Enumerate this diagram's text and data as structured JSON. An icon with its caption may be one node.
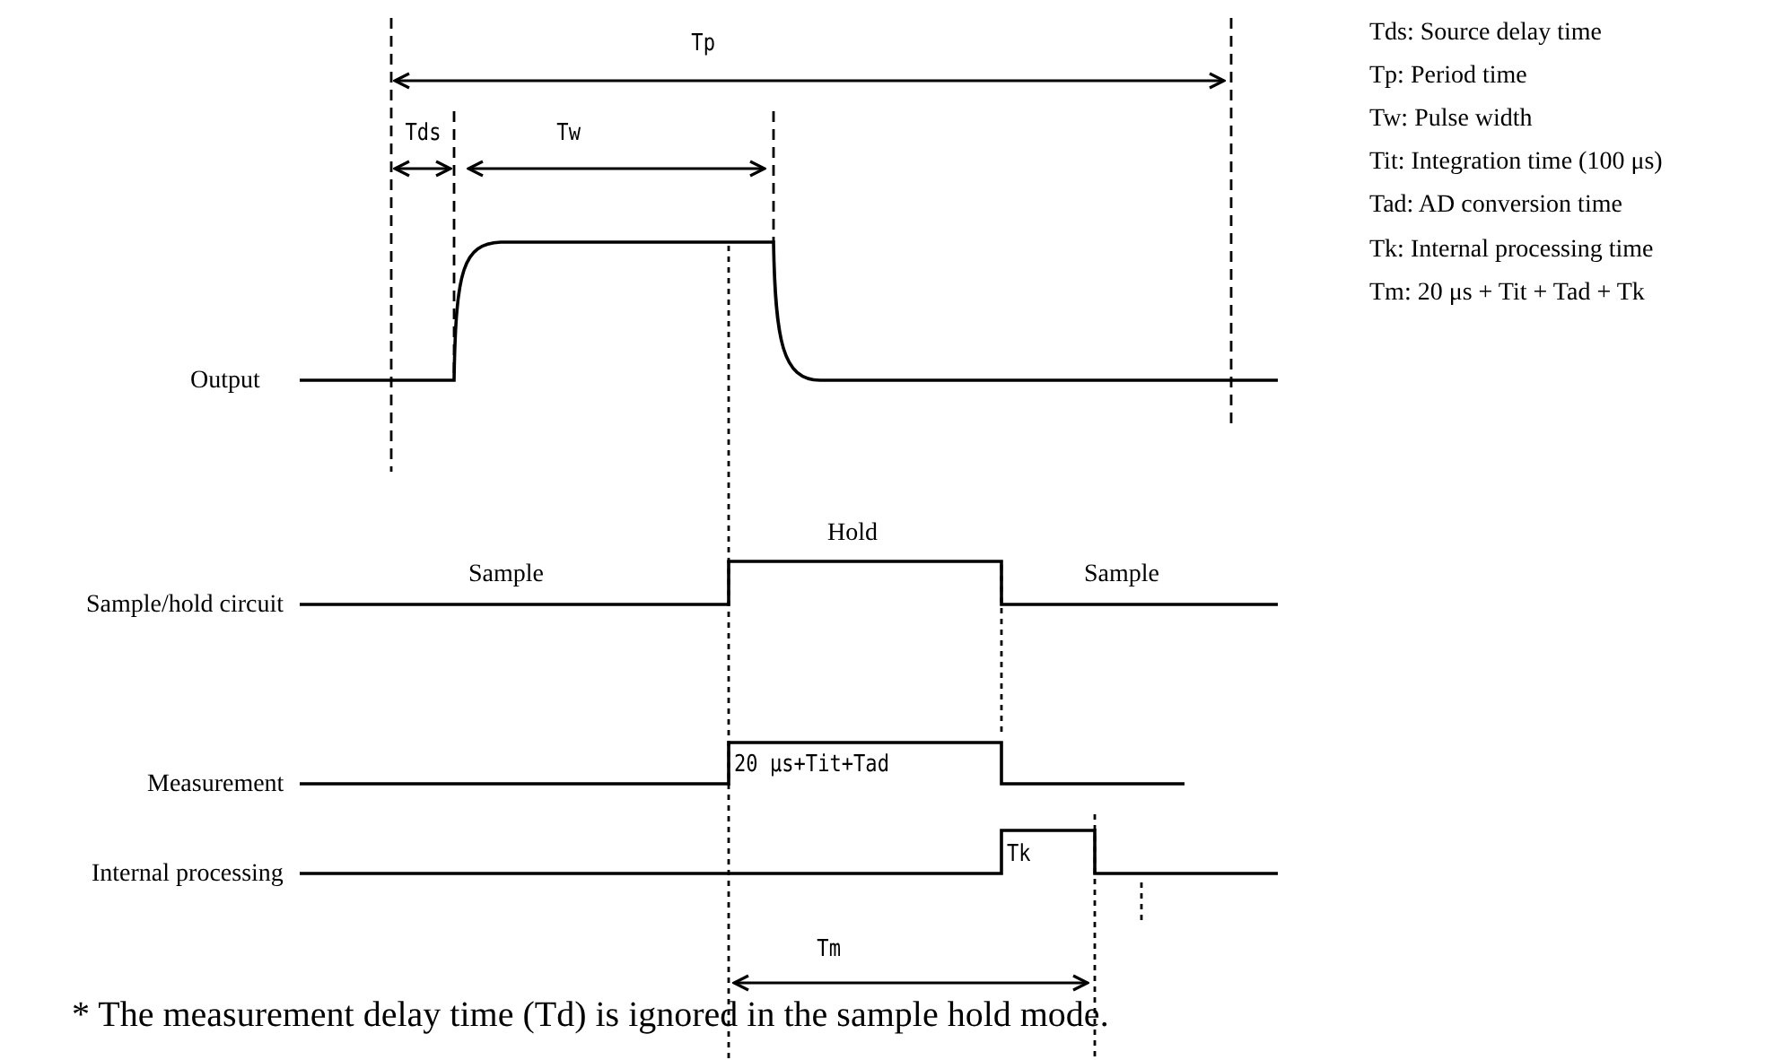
{
  "diagram": {
    "caption": "* The measurement delay time (Td) is ignored in the sample hold mode.",
    "labels": [
      "Tp",
      "Tds",
      "Tw",
      "Output",
      "Hold",
      "Sample/hold circuit",
      "Sample",
      "Sample",
      "20 μs+Tit+Tad",
      "Measurement",
      "Tk",
      "Internal processing",
      "Tm",
      "Tds: Source delay time",
      "Tp: Period time",
      "Tw: Pulse width",
      "Tit: Integration time (100 μs)",
      "Tad: AD conversion time",
      "Tk: Internal processing time",
      "Tm: 20 μs + Tit + Tad + Tk"
    ]
  }
}
